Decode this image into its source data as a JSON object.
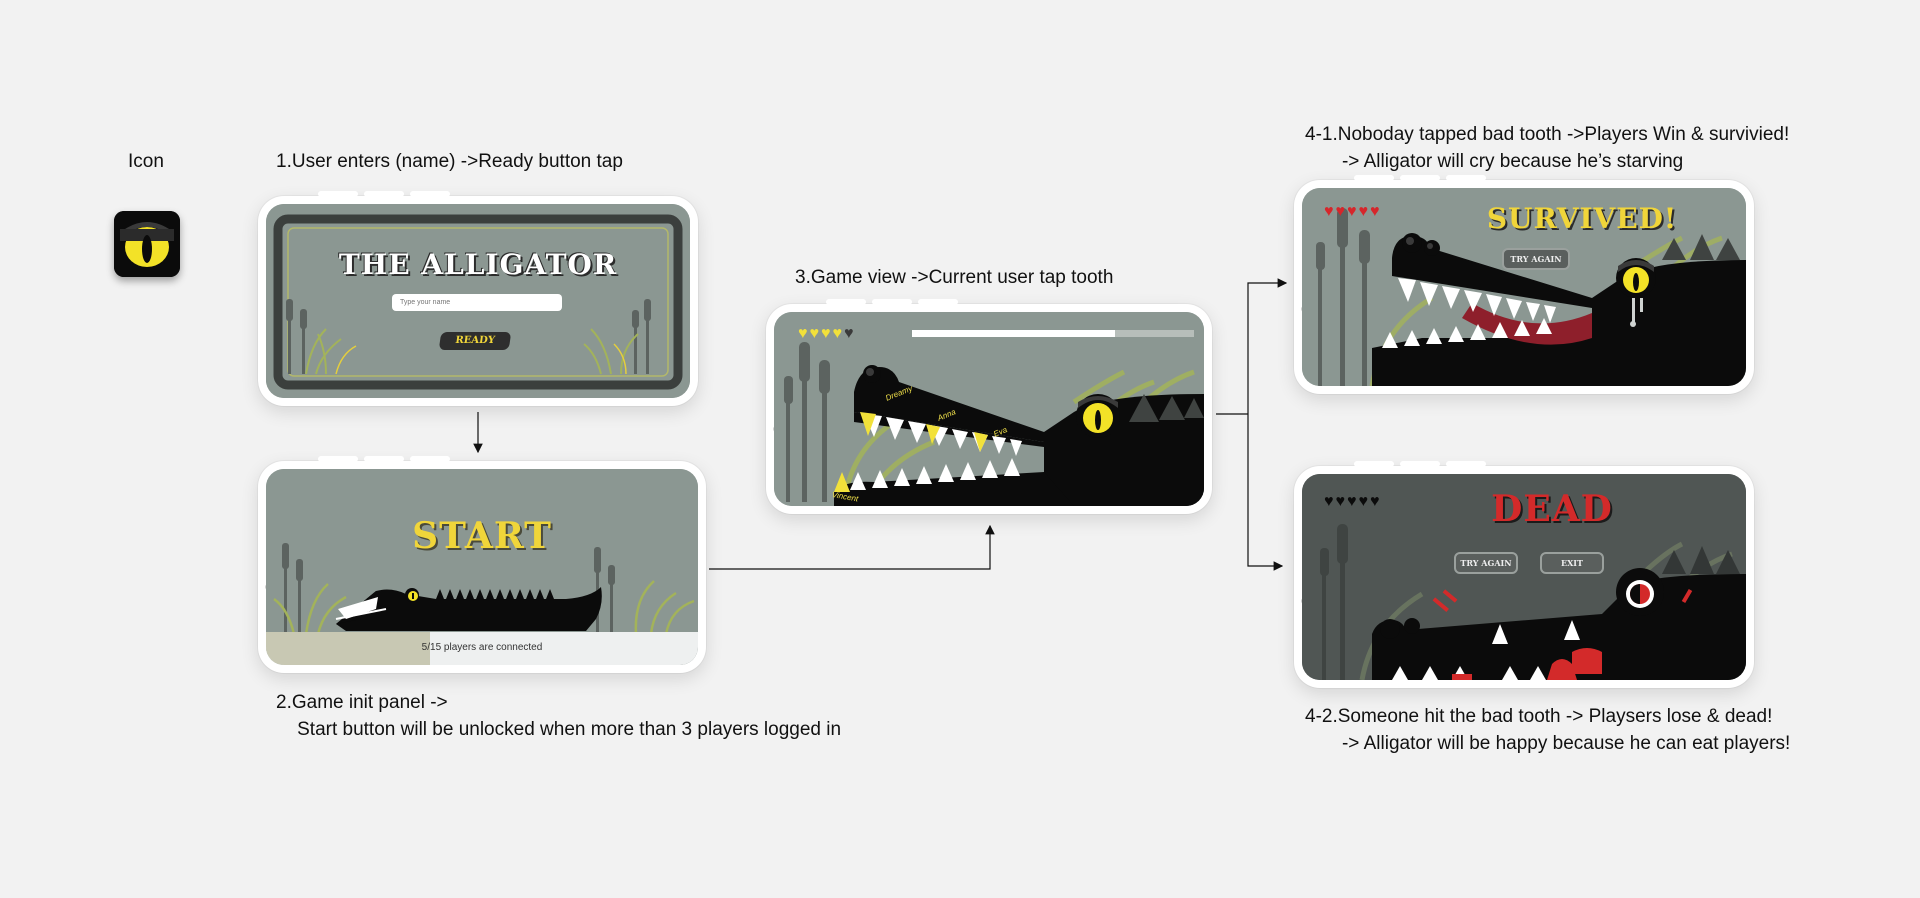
{
  "captions": {
    "icon": "Icon",
    "step1": "1.User enters (name) ->Ready button tap",
    "step2": "2.Game init panel ->\n    Start button will be unlocked when more than 3 players logged in",
    "step3": "3.Game view ->Current user tap tooth",
    "step41": "4-1.Noboday tapped bad tooth ->Players Win & survivied!\n       -> Alligator will cry because he’s starving",
    "step42": "4-2.Someone hit the bad tooth -> Playsers lose & dead!\n       -> Alligator will be happy because he can eat players!"
  },
  "title_screen": {
    "title": "THE ALLIGATOR",
    "name_placeholder": "Type your name",
    "ready_label": "READY"
  },
  "init_screen": {
    "start_label": "START",
    "players_connected": "5/15 players are connected",
    "progress": 0.38
  },
  "game_screen": {
    "hearts_full": "♥♥♥♥",
    "hearts_empty": "♥",
    "timer_progress": 0.72,
    "players": [
      "Dreamy",
      "Anna",
      "Eva",
      "Vincent"
    ]
  },
  "win_screen": {
    "hearts": "♥♥♥♥♥",
    "title": "SURVIVED!",
    "try_again_label": "TRY AGAIN"
  },
  "lose_screen": {
    "hearts": "♥♥♥♥♥",
    "title": "DEAD",
    "try_again_label": "TRY AGAIN",
    "exit_label": "EXIT"
  },
  "colors": {
    "swamp": "#8a9691",
    "alligator": "#0b0b0b",
    "eye_yellow": "#f3e227",
    "title_yellow": "#f0d53a",
    "heart_red": "#d6262b",
    "dead_red": "#d32a2a",
    "tooth_yellow": "#f2e13a"
  }
}
